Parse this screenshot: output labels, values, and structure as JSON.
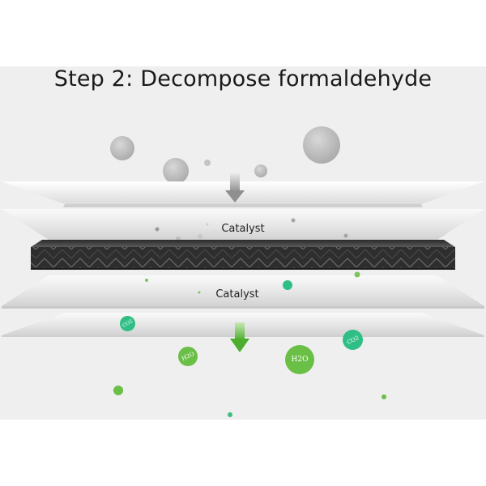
{
  "title": "Step 2: Decompose formaldehyde",
  "layers": {
    "catalyst_top_label": "Catalyst",
    "catalyst_bottom_label": "Catalyst"
  },
  "molecules": {
    "co2_left": "CO2",
    "h2o_left": "H2O",
    "h2o_center": "H2O",
    "co2_right": "CO2"
  },
  "colors": {
    "background": "#efefef",
    "green": "#5fba47",
    "teal": "#2fbf86",
    "carbon": "#2b2b2b",
    "arrow_gray": "#9a9a9a"
  }
}
